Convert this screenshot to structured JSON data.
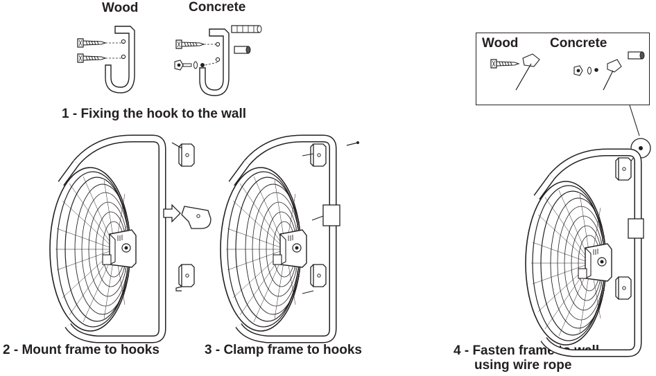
{
  "step1": {
    "wood_label": "Wood",
    "concrete_label": "Concrete",
    "caption": "1 - Fixing the hook to the wall"
  },
  "step2": {
    "caption": "2 - Mount frame to hooks"
  },
  "step3": {
    "caption": "3 - Clamp frame to hooks"
  },
  "step4": {
    "wood_label": "Wood",
    "concrete_label": "Concrete",
    "caption_line1": "4 - Fasten frame to wall",
    "caption_line2": "using wire rope"
  },
  "colors": {
    "line": "#231f20",
    "background": "#ffffff"
  }
}
